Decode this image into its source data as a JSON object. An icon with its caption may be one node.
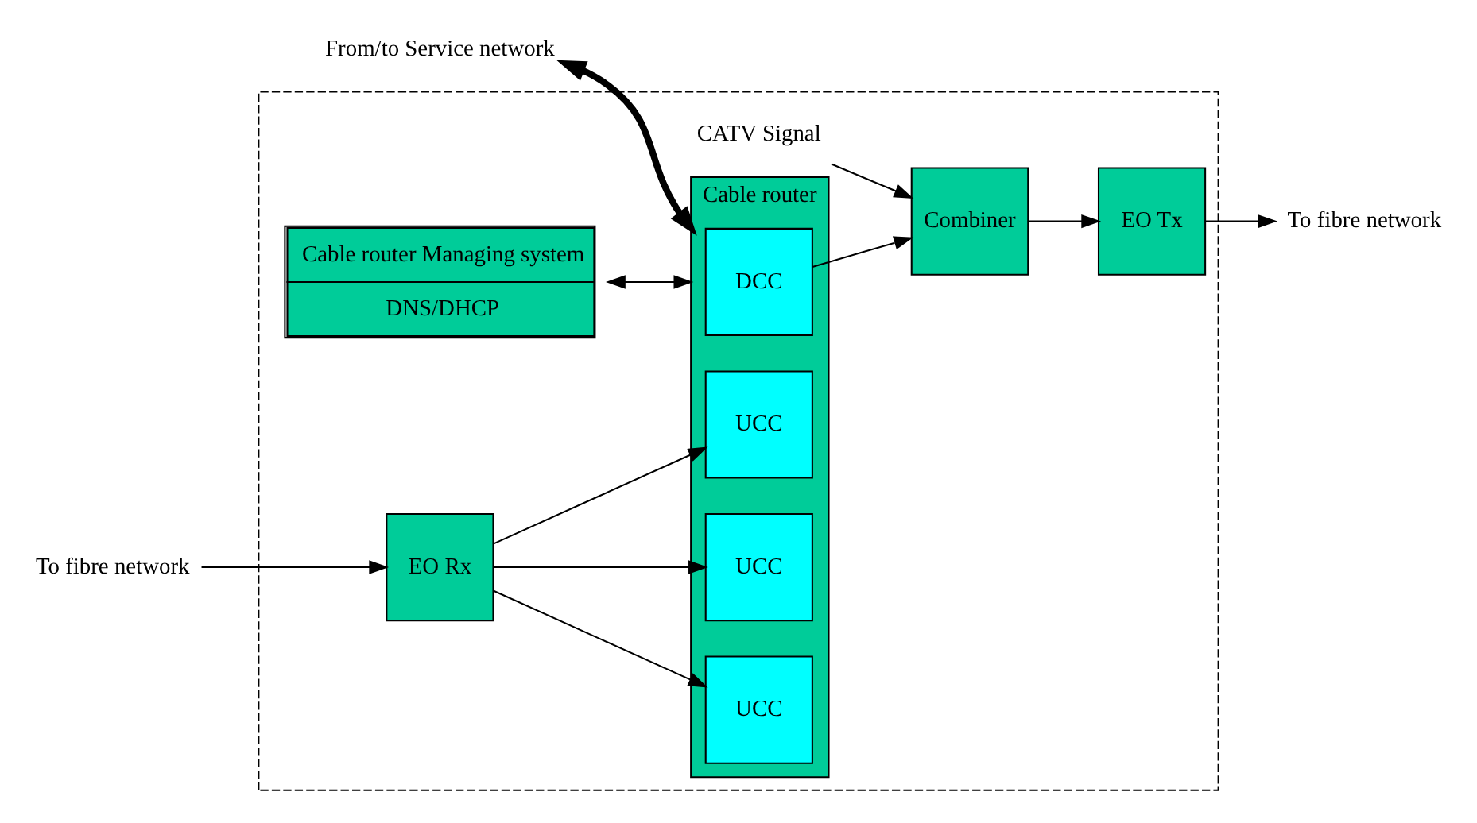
{
  "diagram": {
    "nodes": [
      {
        "text": [],
        "shape": "box"
      },
      {
        "text": [
          "Cable router Managing system",
          "DNS/DHCP"
        ],
        "in": 0
      },
      {
        "text": [
          "Cable router"
        ],
        "in": 0
      },
      {
        "text": [
          "DCC"
        ],
        "in": 2
      },
      {
        "text": [
          "UCC"
        ],
        "in": 2
      },
      {
        "text": [
          "UCC"
        ],
        "in": 2
      },
      {
        "text": [
          "UCC"
        ],
        "in": 2
      },
      {
        "text": [
          "CATV Signal"
        ],
        "in": 0
      },
      {
        "text": [
          "Combiner"
        ],
        "in": 0
      },
      {
        "text": [
          "EO Tx"
        ],
        "in": 0
      },
      {
        "text": [
          "EO Rx"
        ],
        "in": 0
      },
      {
        "text": [
          "From/to Service network"
        ]
      },
      {
        "text": [
          "To fibre network"
        ]
      },
      {
        "text": [
          "To fibre network"
        ]
      }
    ],
    "edges": [
      {
        "from": 1,
        "to": 2,
        "arrow": "both"
      },
      {
        "from": 11,
        "to": 2,
        "arrow": "both",
        "style": "thick"
      },
      {
        "from": 7,
        "to": 8,
        "arrow": "to"
      },
      {
        "from": 3,
        "to": 8,
        "arrow": "to"
      },
      {
        "from": 8,
        "to": 9,
        "arrow": "to"
      },
      {
        "from": 9,
        "to": 12,
        "arrow": "to"
      },
      {
        "from": 13,
        "to": 10,
        "arrow": "to"
      },
      {
        "from": 10,
        "to": 4,
        "arrow": "to"
      },
      {
        "from": 10,
        "to": 5,
        "arrow": "to"
      },
      {
        "from": 10,
        "to": 6,
        "arrow": "to"
      }
    ]
  }
}
